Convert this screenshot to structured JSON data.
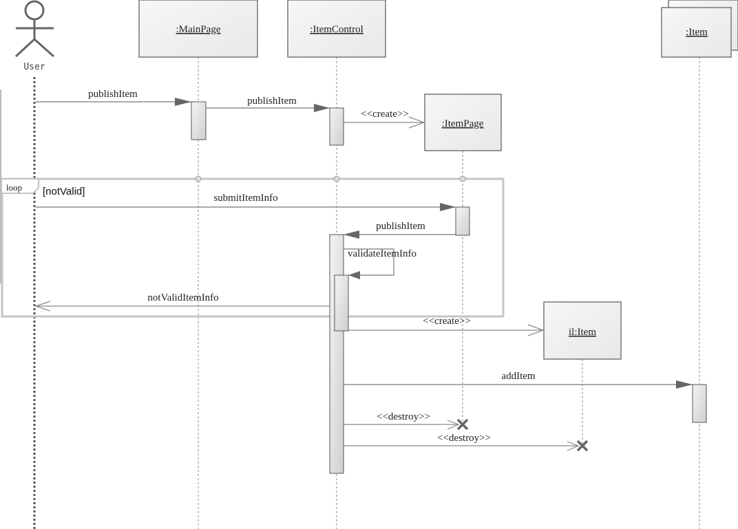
{
  "actor": {
    "name": "User"
  },
  "lifelines": [
    {
      "id": "mainpage",
      "label": ":MainPage"
    },
    {
      "id": "itemcontrol",
      "label": ":ItemControl"
    },
    {
      "id": "itempage",
      "label": ":ItemPage"
    },
    {
      "id": "item_multi",
      "label": ":Item"
    },
    {
      "id": "il_item",
      "label": "il:Item"
    }
  ],
  "fragment": {
    "operator": "loop",
    "guard": "[notValid]"
  },
  "messages": [
    {
      "id": "m1",
      "label": "publishItem",
      "from": "User",
      "to": ":MainPage",
      "kind": "sync"
    },
    {
      "id": "m2",
      "label": "publishItem",
      "from": ":MainPage",
      "to": ":ItemControl",
      "kind": "sync"
    },
    {
      "id": "m3",
      "label": "<<create>>",
      "from": ":ItemControl",
      "to": ":ItemPage",
      "kind": "create"
    },
    {
      "id": "m4",
      "label": "submitItemInfo",
      "from": "User",
      "to": ":ItemPage",
      "kind": "sync"
    },
    {
      "id": "m5",
      "label": "publishItem",
      "from": ":ItemPage",
      "to": ":ItemControl",
      "kind": "sync"
    },
    {
      "id": "m6",
      "label": "validateItemInfo",
      "from": ":ItemControl",
      "to": ":ItemControl",
      "kind": "self"
    },
    {
      "id": "m7",
      "label": "notValidItemInfo",
      "from": ":ItemControl",
      "to": "User",
      "kind": "return"
    },
    {
      "id": "m8",
      "label": "<<create>>",
      "from": ":ItemControl",
      "to": "il:Item",
      "kind": "create"
    },
    {
      "id": "m9",
      "label": "addItem",
      "from": ":ItemControl",
      "to": ":Item",
      "kind": "sync"
    },
    {
      "id": "m10",
      "label": "<<destroy>>",
      "from": ":ItemControl",
      "to": ":ItemPage",
      "kind": "destroy"
    },
    {
      "id": "m11",
      "label": "<<destroy>>",
      "from": ":ItemControl",
      "to": "il:Item",
      "kind": "destroy"
    }
  ]
}
